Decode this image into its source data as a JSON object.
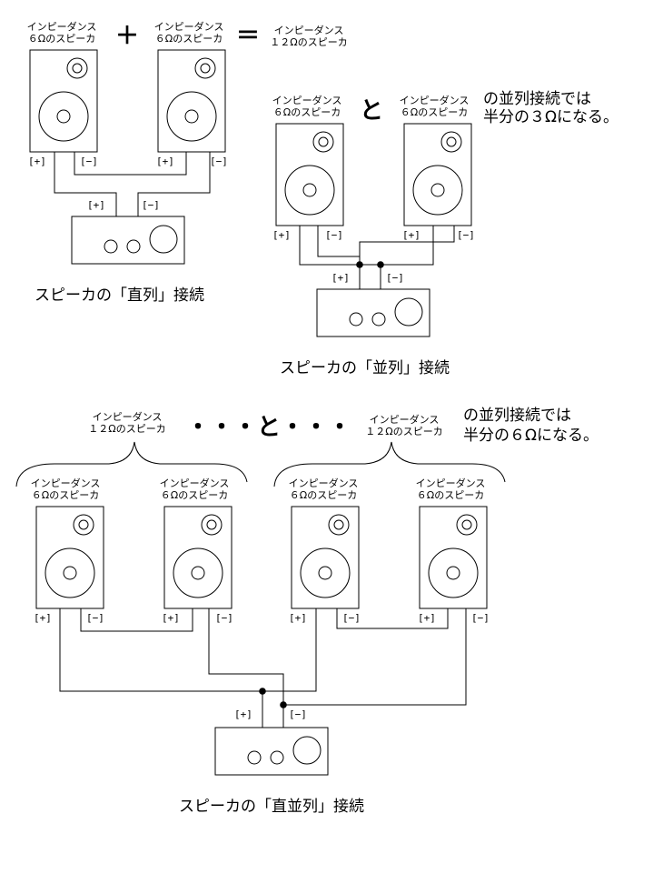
{
  "labels": {
    "imp_line1": "インピーダンス",
    "imp_6": "６Ωのスピーカ",
    "imp_12": "１２Ωのスピーカ",
    "plus_term": "[+]",
    "minus_term": "[−]",
    "plus_op": "＋",
    "equals_op": "＝",
    "and_char": "と",
    "dots_and": "・・・と・・・"
  },
  "series": {
    "caption": "スピーカの「直列」接続"
  },
  "parallel": {
    "caption": "スピーカの「並列」接続",
    "note_line1": "の並列接続では",
    "note_line2": "半分の３Ωになる。"
  },
  "series_parallel": {
    "caption": "スピーカの「直並列」接続",
    "note_line1": "の並列接続では",
    "note_line2": "半分の６Ωになる。"
  }
}
